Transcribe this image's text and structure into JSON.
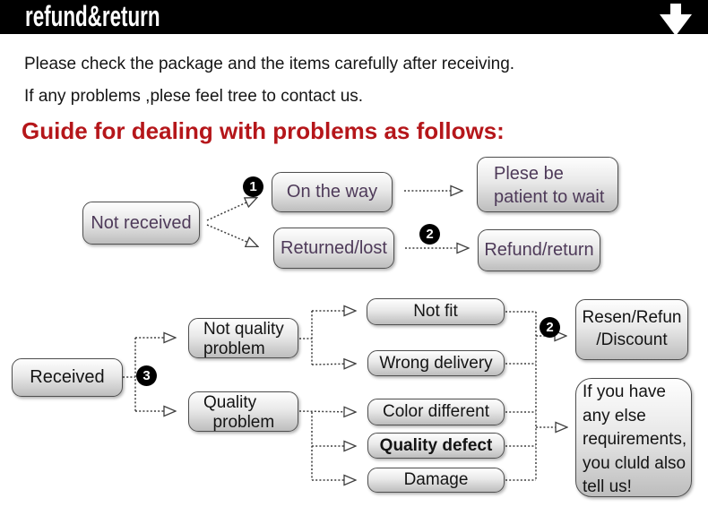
{
  "banner": {
    "title": "refund&return"
  },
  "intro": {
    "line1": "Please check the package and the items carefully after receiving.",
    "line2": "If any problems ,plese feel tree to contact us.",
    "heading": "Guide for dealing with problems as follows:"
  },
  "colors": {
    "banner_bg": "#000000",
    "heading_red": "#b5161a",
    "node_text_purple": "#4e3a59",
    "node_text_black": "#141414"
  },
  "flowchart": {
    "section1": {
      "badge1": "1",
      "badge2": "2",
      "not_received": "Not received",
      "on_the_way": "On the way",
      "returned_lost": "Returned/lost",
      "please_wait": "Plese be\npatient to wait",
      "refund_return": "Refund/return"
    },
    "section2": {
      "badge3": "3",
      "badge2b": "2",
      "received": "Received",
      "not_quality": "Not quality\nproblem",
      "quality_problem": "Quality\n  problem",
      "not_fit": "Not fit",
      "wrong_delivery": "Wrong delivery",
      "color_different": "Color different",
      "quality_defect": "Quality defect",
      "damage": "Damage",
      "resen_refund": "Resen/Refun\n/Discount",
      "anything_else": "If you have\nany else\nrequirements,\nyou cluld also\ntell us!"
    }
  }
}
